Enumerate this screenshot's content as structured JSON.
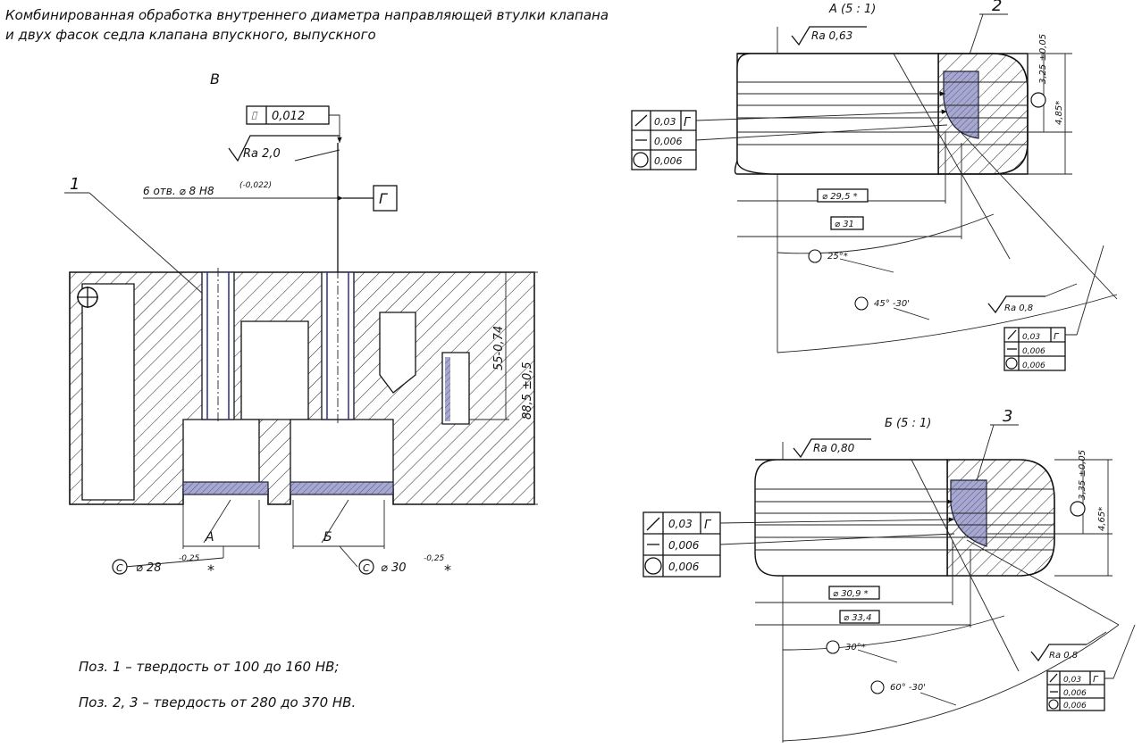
{
  "title": {
    "line1": "Комбинированная обработка внутреннего диаметра направляющей втулки клапана",
    "line2": "и двух фасок седла клапана впускного, выпускного"
  },
  "main_view": {
    "view_label": "В",
    "flatness_frame": {
      "symbol": "⌷",
      "value": "0,012"
    },
    "roughness": "Ra 2,0",
    "holes_note": "6 отв. ⌀ 8 H8",
    "holes_tolerance": "(-0,022)",
    "datum_label": "Г",
    "pos_1": "1",
    "dim_55": "55-0,74",
    "dim_88": "88,5 ±0,5",
    "section_a": "А",
    "section_b": "Б",
    "dia_28": "⌀ 28",
    "dia_28_tol": "-0,25",
    "dia_30": "⌀ 30",
    "dia_30_tol": "-0,25",
    "control_mark": "С",
    "star": "*"
  },
  "notes": {
    "note1": "Поз. 1 – твердость от 100 до 160 НВ;",
    "note2": "Поз. 2, 3 – твердость от 280 до 370 НВ."
  },
  "detail_a": {
    "label": "А (5 : 1)",
    "pos": "2",
    "roughness_top": "Ra 0,63",
    "roughness_chamfer": "Ra 0,8",
    "dim_h1": "3,25 ±0,05",
    "dim_h2": "4,85*",
    "dia_inner": "⌀ 29,5 *",
    "dia_outer": "⌀ 31",
    "angle_1": "25°*",
    "angle_2": "45° -30'",
    "frame_left": {
      "runout": "0,03",
      "datum": "Г",
      "straightness": "0,006",
      "roundness": "0,006"
    },
    "frame_right": {
      "runout": "0,03",
      "datum": "Г",
      "straightness": "0,006",
      "roundness": "0,006"
    }
  },
  "detail_b": {
    "label": "Б (5 : 1)",
    "pos": "3",
    "roughness_top": "Ra 0,80",
    "roughness_chamfer": "Ra 0,8",
    "dim_h1": "3,35 ±0,05",
    "dim_h2": "4,65*",
    "dia_inner": "⌀ 30,9 *",
    "dia_outer": "⌀ 33,4",
    "angle_1": "30°*",
    "angle_2": "60° -30'",
    "frame_left": {
      "runout": "0,03",
      "datum": "Г",
      "straightness": "0,006",
      "roundness": "0,006"
    },
    "frame_right": {
      "runout": "0,03",
      "datum": "Г",
      "straightness": "0,006",
      "roundness": "0,006"
    }
  },
  "colors": {
    "ink": "#111111",
    "seat_blue": "#6a6ca8",
    "paper": "#ffffff"
  }
}
